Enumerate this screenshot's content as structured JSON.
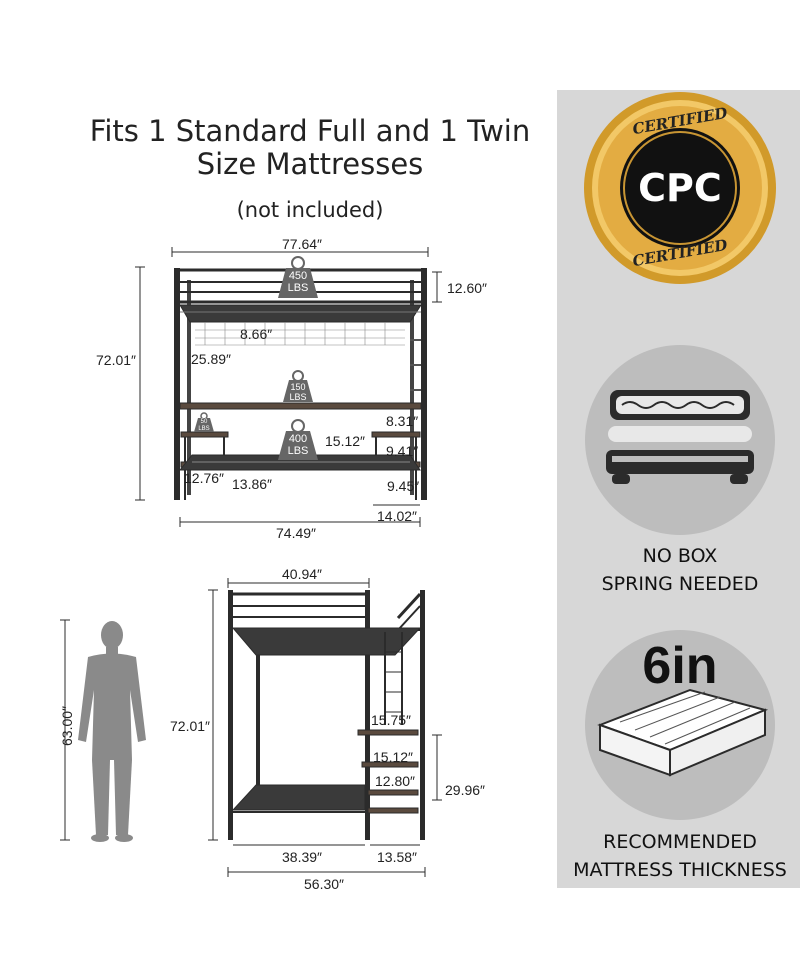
{
  "heading": {
    "title_line1": "Fits 1 Standard Full and 1 Twin",
    "title_line2": "Size Mattresses",
    "subtitle": "(not included)"
  },
  "front_view": {
    "width_top": "77.64″",
    "height": "72.01″",
    "guardrail": "12.60″",
    "rail_gap": "8.66″",
    "upper_clearance": "25.89″",
    "shelf_height": "8.31″",
    "desk_depth": "15.12″",
    "side_shelf_h": "9.41″",
    "side_shelf_bottom": "9.45″",
    "nightstand_w": "12.76″",
    "nightstand_h": "13.86″",
    "side_width": "14.02″",
    "width_bottom": "74.49″",
    "load_top_value": "450",
    "load_top_unit": "LBS",
    "load_desk_value": "150",
    "load_desk_unit": "LBS",
    "load_small_value": "50",
    "load_small_unit": "LBS",
    "load_bottom_value": "400",
    "load_bottom_unit": "LBS"
  },
  "side_view": {
    "top_width": "40.94″",
    "height": "72.01″",
    "person_height": "63.00″",
    "step1": "15.75″",
    "step2": "15.12″",
    "step3": "12.80″",
    "ladder_height": "29.96″",
    "bed_width": "38.39″",
    "ladder_width": "13.58″",
    "total_width": "56.30″"
  },
  "badges": {
    "cpc_text": "CPC",
    "certified_top": "CERTIFIED",
    "certified_bottom": "CERTIFIED",
    "no_box_line1": "NO BOX",
    "no_box_line2": "SPRING NEEDED",
    "thickness": "6in",
    "recommended_line1": "RECOMMENDED",
    "recommended_line2": "MATTRESS THICKNESS"
  },
  "colors": {
    "frame": "#2b2b2b",
    "wood": "#5a4a3e",
    "gold": "#d19a2a",
    "panel_bg": "#d7d7d7",
    "circle_bg": "#bdbdbd"
  }
}
